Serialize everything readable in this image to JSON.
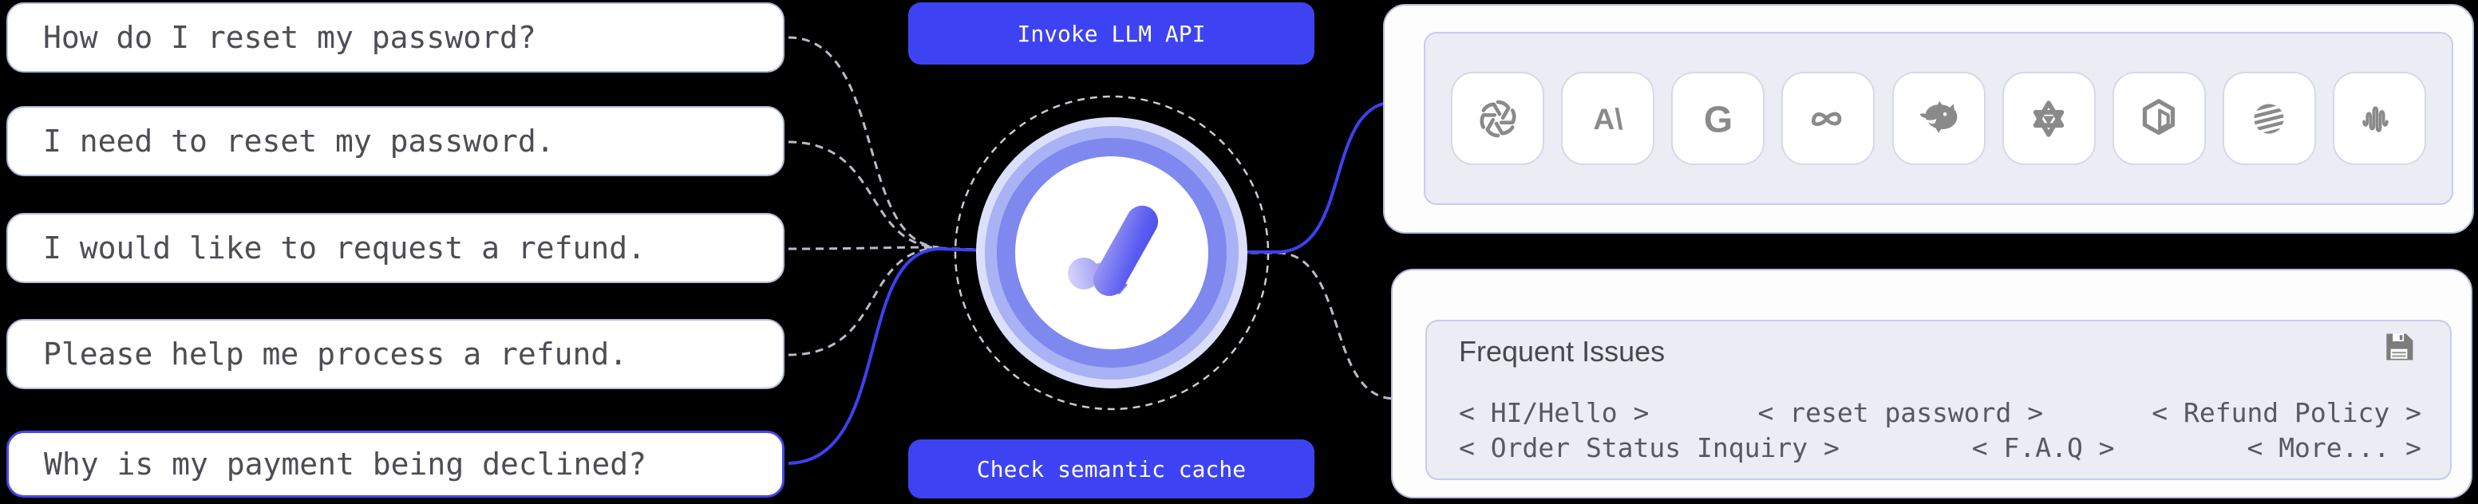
{
  "queries": [
    {
      "text": "How do I reset my password?",
      "highlight": false
    },
    {
      "text": "I need to reset my password.",
      "highlight": false
    },
    {
      "text": "I would like to request a refund.",
      "highlight": false
    },
    {
      "text": "Please help me process a refund.",
      "highlight": false
    },
    {
      "text": "Why is my payment being declined?",
      "highlight": true
    }
  ],
  "actions": {
    "invoke": "Invoke LLM API",
    "cache": "Check semantic cache"
  },
  "providers": {
    "icons": [
      "openai",
      "anthropic",
      "google",
      "meta",
      "deepseek-whale",
      "hexagram-star",
      "prism-cube",
      "striped-globe",
      "waveform"
    ]
  },
  "frequent_issues": {
    "title": "Frequent Issues",
    "save_icon": "floppy-disk",
    "rows": [
      [
        "< HI/Hello >",
        "< reset password >",
        "< Refund Policy >"
      ],
      [
        "< Order Status Inquiry >",
        "< F.A.Q >",
        "< More... >"
      ]
    ]
  },
  "colors": {
    "accent_blue": "#3d43f3",
    "line_blue": "#3c42f0",
    "line_dashed": "#b9bcc8",
    "highlight_border": "#4448ea",
    "icon_grey": "#8a8a8a",
    "panel_fill": "#ebecf4",
    "background": "#000000"
  }
}
